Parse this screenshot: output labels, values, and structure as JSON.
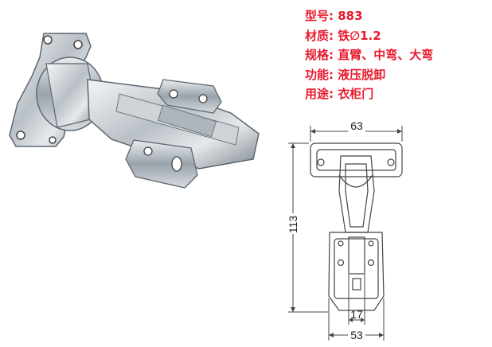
{
  "specs": [
    {
      "label": "型号:",
      "value": "883"
    },
    {
      "label": "材质:",
      "value": "铁∅1.2"
    },
    {
      "label": "规格:",
      "value": "直臂、中弯、大弯"
    },
    {
      "label": "功能:",
      "value": "液压脱卸"
    },
    {
      "label": "用途:",
      "value": "衣柜门"
    }
  ],
  "dimensions": {
    "plate_width": "63",
    "total_height": "113",
    "inner_width": "17",
    "base_width": "53"
  },
  "colors": {
    "spec_text": "#e8192c",
    "line": "#444444",
    "metal_light": "#f2f4f6",
    "metal_dark": "#6f7880"
  }
}
